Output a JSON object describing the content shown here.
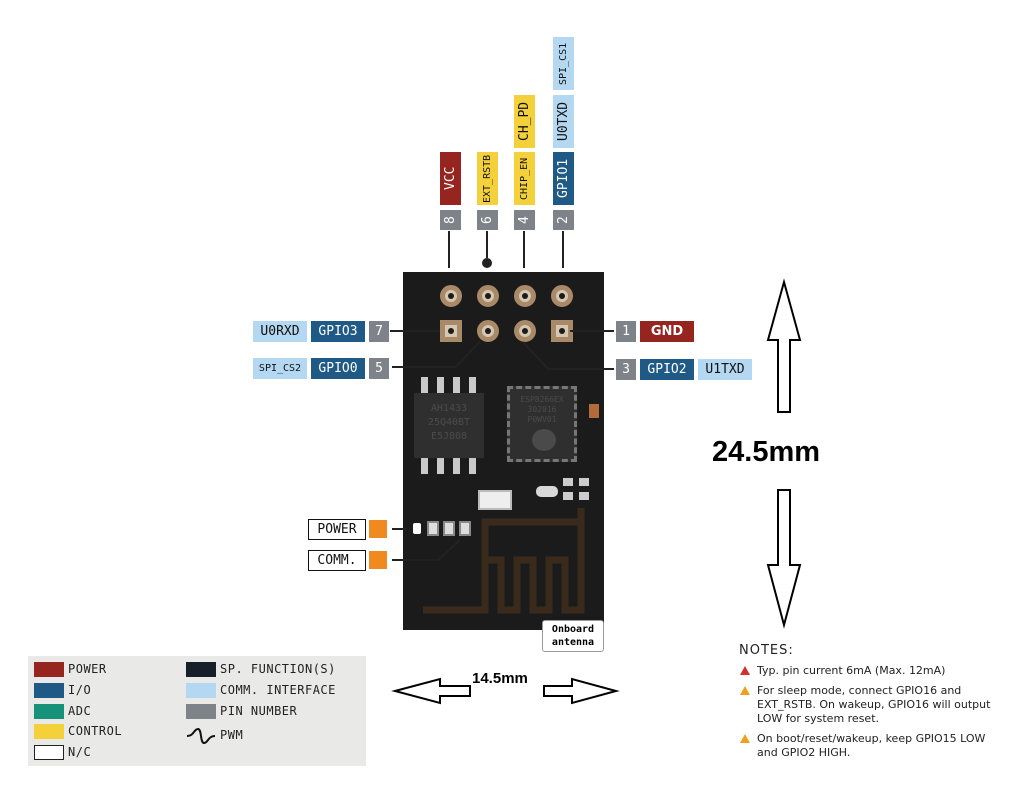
{
  "top_pins": [
    {
      "number": "8",
      "functions": [
        "VCC"
      ]
    },
    {
      "number": "6",
      "functions": [
        "EXT_RSTB"
      ]
    },
    {
      "number": "4",
      "functions": [
        "CHIP_EN",
        "CH_PD"
      ]
    },
    {
      "number": "2",
      "functions": [
        "GPIO1",
        "U0TXD",
        "SPI_CS1"
      ]
    }
  ],
  "left_pins": [
    {
      "number": "7",
      "gpio": "GPIO3",
      "comm": "U0RXD"
    },
    {
      "number": "5",
      "gpio": "GPIO0",
      "comm": "SPI_CS2"
    }
  ],
  "right_pins": [
    {
      "number": "1",
      "name": "GND"
    },
    {
      "number": "3",
      "gpio": "GPIO2",
      "comm": "U1TXD"
    }
  ],
  "leds": {
    "power": "POWER",
    "comm": "COMM."
  },
  "chips": {
    "flash": [
      "AH1433",
      "25Q40BT",
      "E5J808"
    ],
    "esp": [
      "ESP8266EX",
      "302016",
      "P0WV01"
    ]
  },
  "antenna_label": [
    "Onboard",
    "antenna"
  ],
  "dimensions": {
    "height": "24.5mm",
    "width": "14.5mm"
  },
  "legend": [
    {
      "label": "POWER",
      "color": "#97251f"
    },
    {
      "label": "I/O",
      "color": "#1e5a85"
    },
    {
      "label": "ADC",
      "color": "#16917a"
    },
    {
      "label": "CONTROL",
      "color": "#f4d13b"
    },
    {
      "label": "N/C",
      "color": "#e9e9e7"
    },
    {
      "label": "SP. FUNCTION(S)",
      "color": "#17202a"
    },
    {
      "label": "COMM. INTERFACE",
      "color": "#b4d8f1"
    },
    {
      "label": "PIN NUMBER",
      "color": "#7d8389"
    },
    {
      "label": "PWM",
      "icon": "pwm-wave-icon"
    }
  ],
  "notes": {
    "title": "NOTES:",
    "items": [
      {
        "text": "Typ. pin current 6mA (Max. 12mA)",
        "color": "#d32f2f"
      },
      {
        "text": "For sleep mode, connect GPIO16 and EXT_RSTB. On wakeup, GPIO16 will output LOW for system reset.",
        "color": "#f0a020"
      },
      {
        "text": "On boot/reset/wakeup, keep GPIO15 LOW and GPIO2 HIGH.",
        "color": "#f0a020"
      }
    ]
  }
}
